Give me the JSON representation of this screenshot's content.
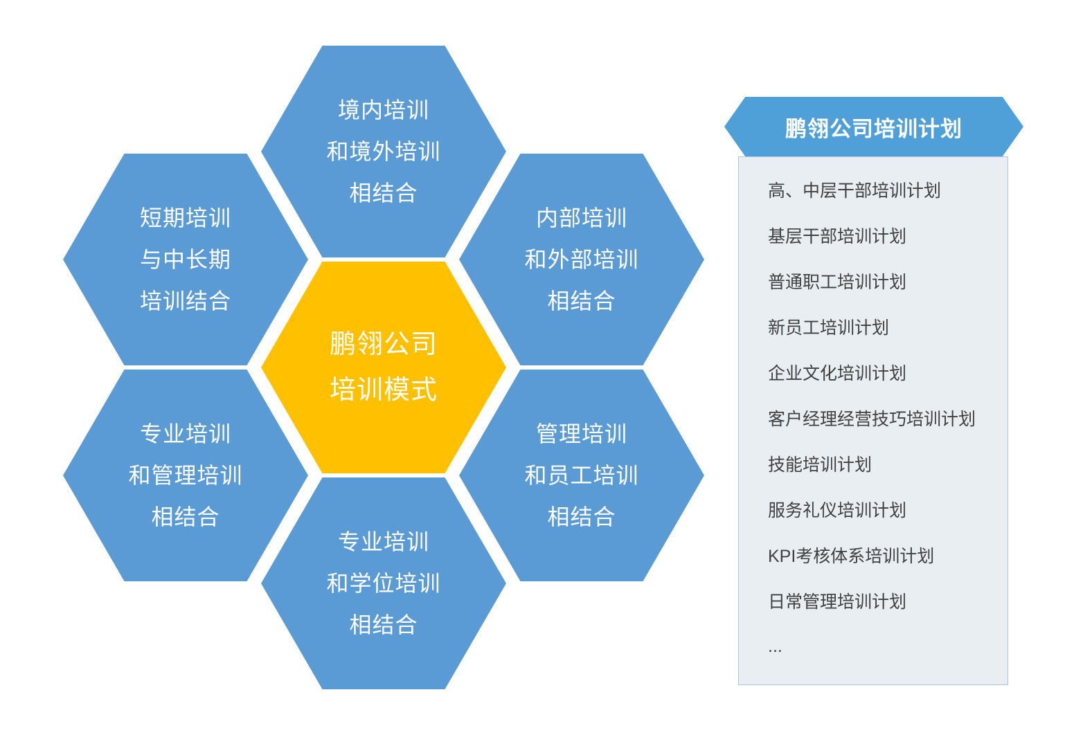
{
  "diagram": {
    "center": {
      "lines": [
        "鹏翎公司",
        "培训模式"
      ]
    },
    "hexagons": [
      {
        "name": "domestic-overseas",
        "lines": [
          "境内培训",
          "和境外培训",
          "相结合"
        ]
      },
      {
        "name": "short-long-term",
        "lines": [
          "短期培训",
          "与中长期",
          "培训结合"
        ]
      },
      {
        "name": "internal-external",
        "lines": [
          "内部培训",
          "和外部培训",
          "相结合"
        ]
      },
      {
        "name": "professional-management",
        "lines": [
          "专业培训",
          "和管理培训",
          "相结合"
        ]
      },
      {
        "name": "management-staff",
        "lines": [
          "管理培训",
          "和员工培训",
          "相结合"
        ]
      },
      {
        "name": "professional-degree",
        "lines": [
          "专业培训",
          "和学位培训",
          "相结合"
        ]
      }
    ]
  },
  "panel": {
    "title": "鹏翎公司培训计划",
    "items": [
      "高、中层干部培训计划",
      "基层干部培训计划",
      "普通职工培训计划",
      "新员工培训计划",
      "企业文化培训计划",
      "客户经理经营技巧培训计划",
      "技能培训计划",
      "服务礼仪培训计划",
      "KPI考核体系培训计划",
      "日常管理培训计划",
      "..."
    ]
  },
  "colors": {
    "hex-blue": "#5b9bd5",
    "hex-orange": "#ffc000",
    "hex-text": "#ffffff",
    "banner-blue": "#4f9fd9",
    "panel-bg": "#e9eef3",
    "panel-border": "#a9c7e2",
    "panel-text": "#404040"
  }
}
